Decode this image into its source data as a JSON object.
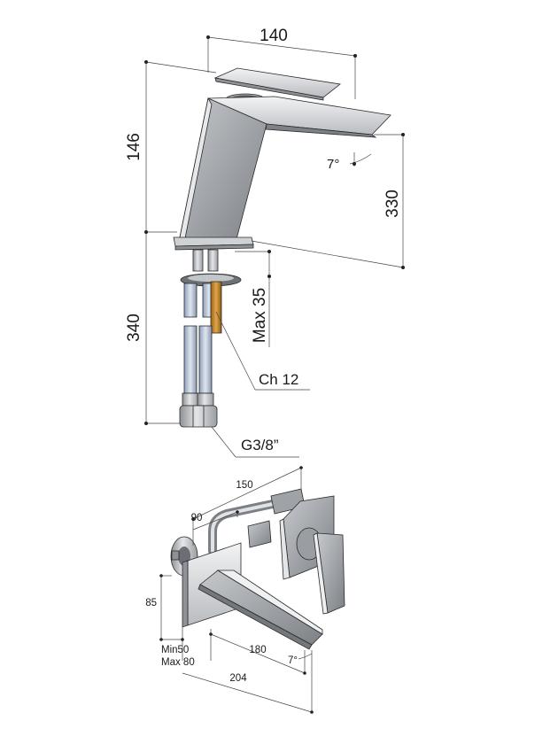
{
  "basin_mixer": {
    "dimensions": {
      "width": "140",
      "spout_height": "146",
      "total_height": "330",
      "spout_angle": "7°",
      "body_length": "340",
      "max_deck": "Max 35",
      "spanner": "Ch 12",
      "connection": "G3/8”"
    }
  },
  "wall_mixer": {
    "dimensions": {
      "overall_width": "150",
      "body_offset": "90",
      "height": "85",
      "wall_min": "Min50",
      "wall_max": "Max 80",
      "spout_reach": "180",
      "spout_angle": "7°",
      "total_depth": "204"
    }
  },
  "colors": {
    "chrome_light": "#d9dbdd",
    "chrome_mid": "#a9acb0",
    "chrome_dark": "#6f7378",
    "brass": "#c98a2b",
    "hose": "#b7c3d6"
  }
}
